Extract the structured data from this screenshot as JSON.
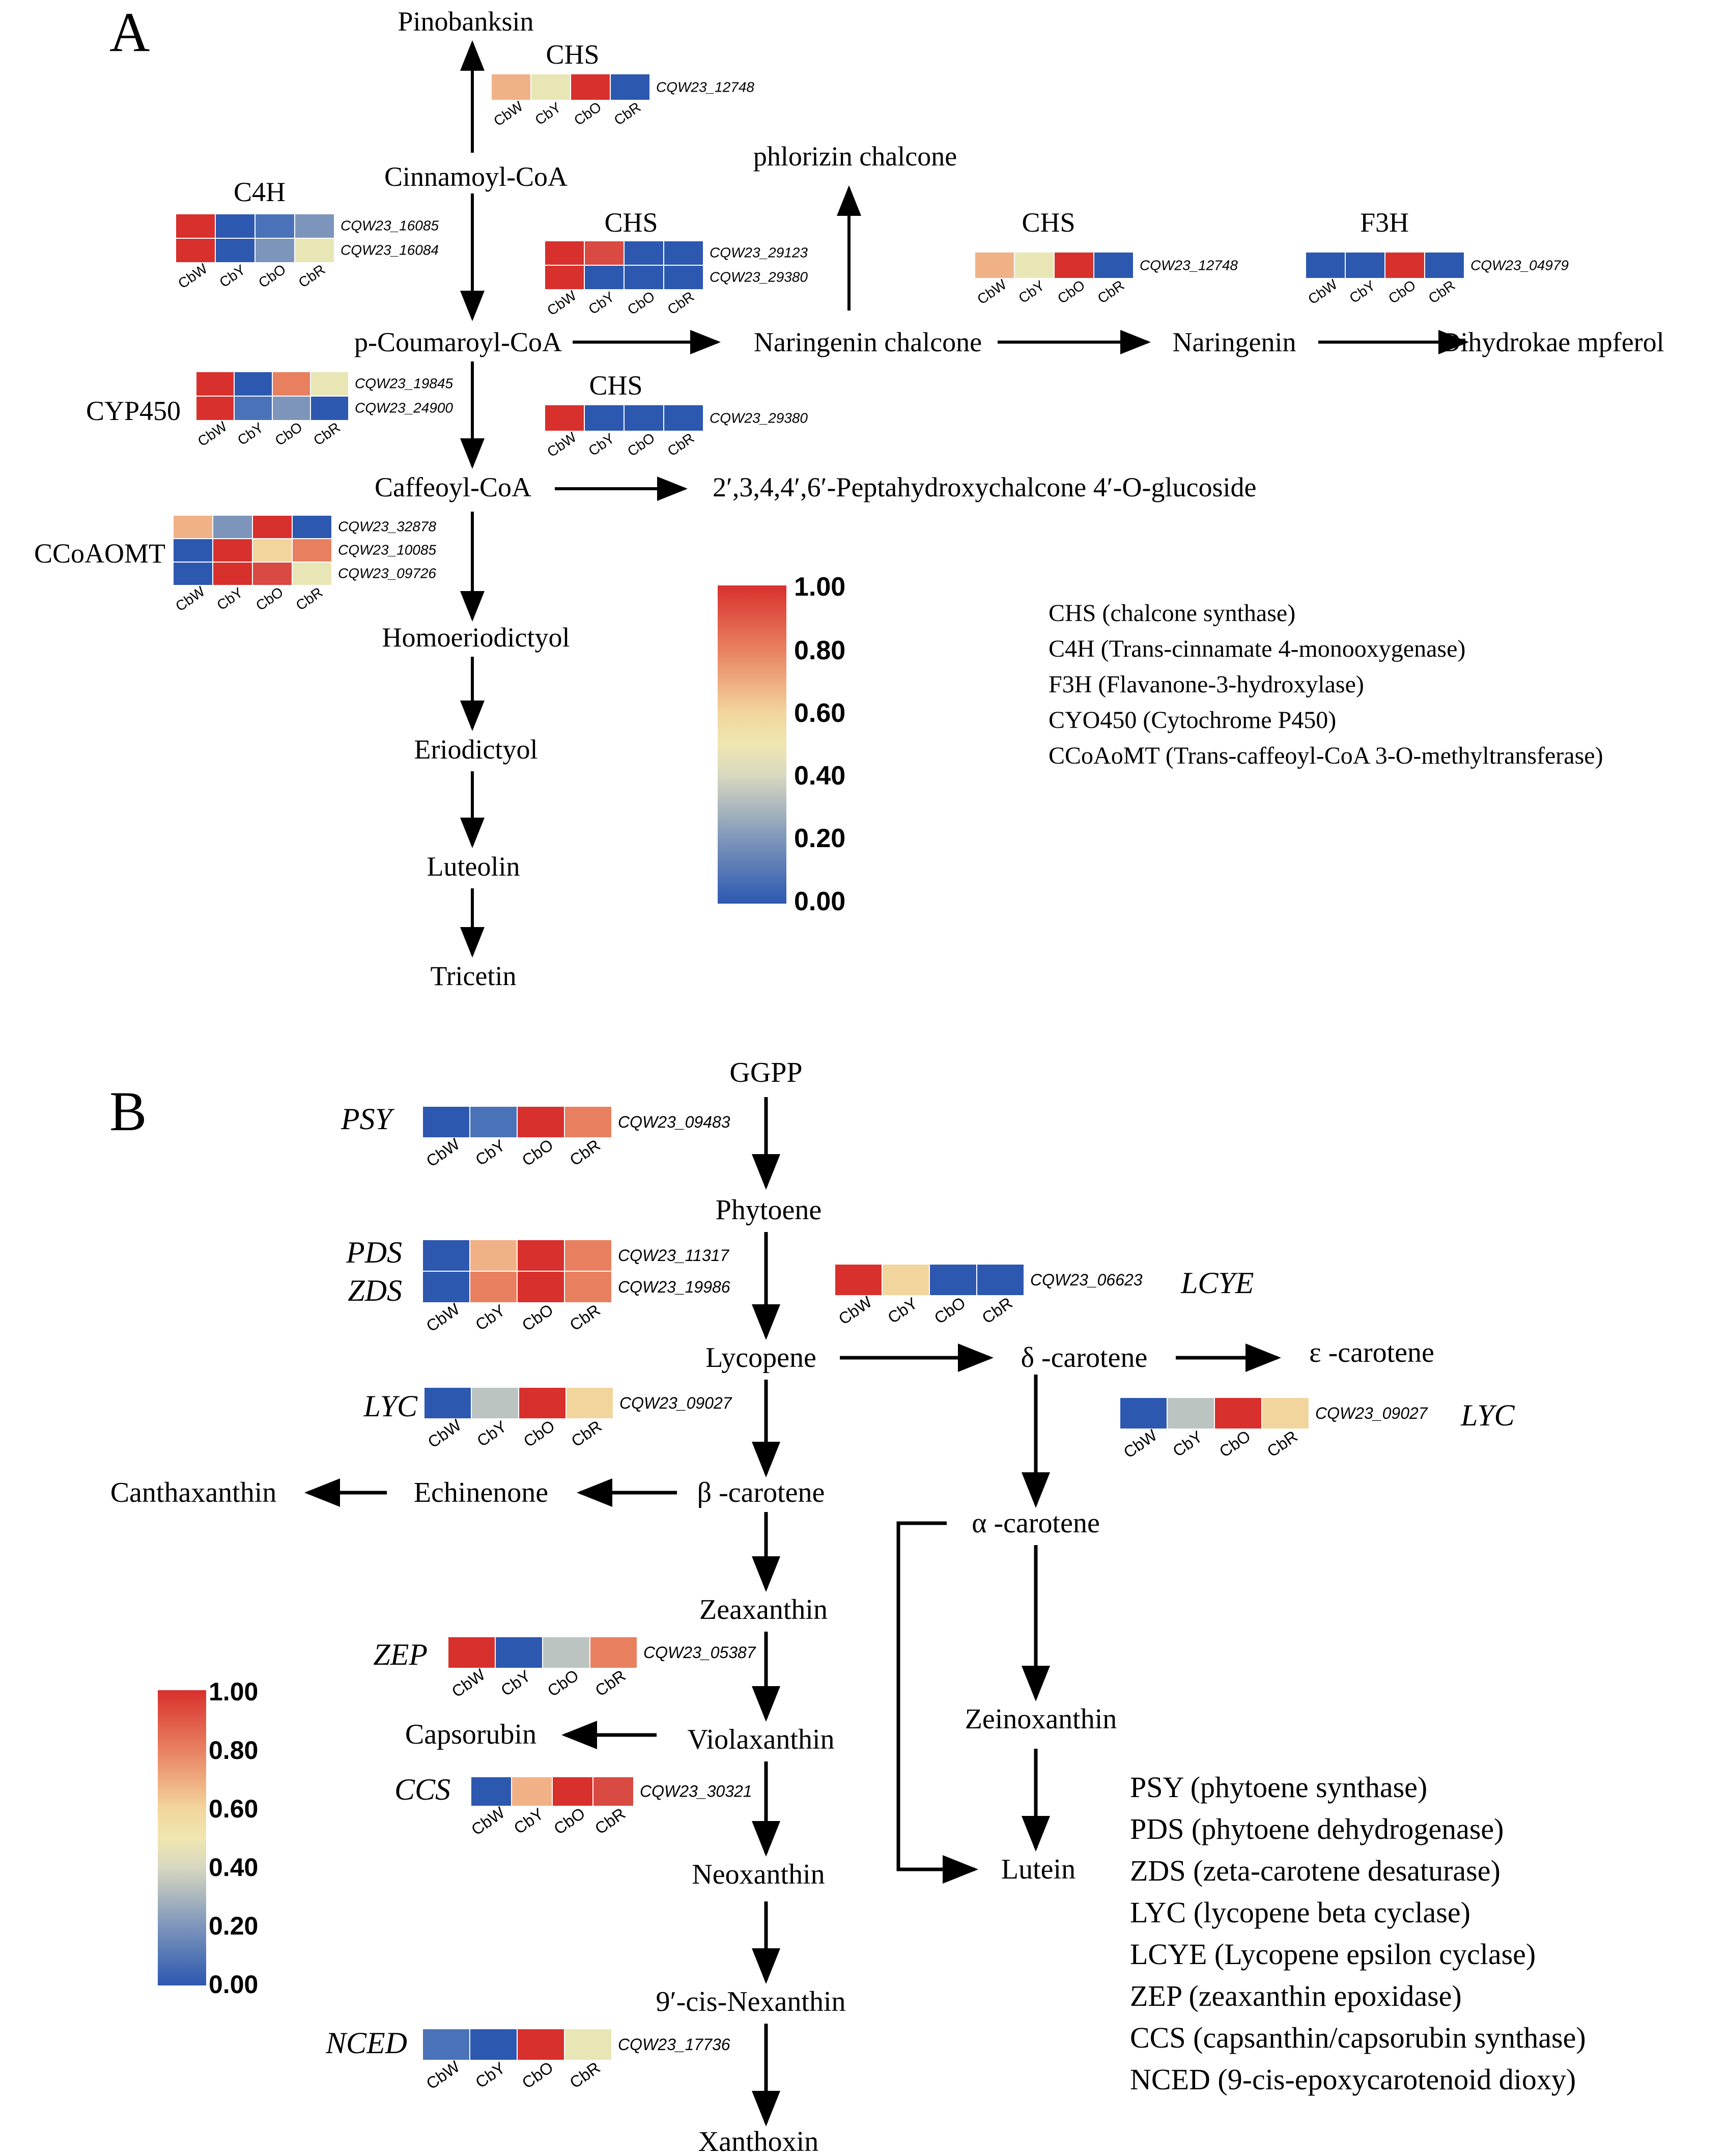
{
  "colors": {
    "scale": [
      "#2c58b0",
      "#4a72b8",
      "#7d95bb",
      "#bcc4c2",
      "#e9e6b6",
      "#f2d59d",
      "#f1b187",
      "#e88060",
      "#d84a42",
      "#d8302d"
    ],
    "arrow": "#000000",
    "cell_border": "#ffffff"
  },
  "panel_a": {
    "label": "A",
    "compounds": {
      "pinobanksin": "Pinobanksin",
      "cinnamoyl_coa": "Cinnamoyl-CoA",
      "p_coumaroyl_coa": "p-Coumaroyl-CoA",
      "caffeoyl_coa": "Caffeoyl-CoA",
      "homoeriodictyol": "Homoeriodictyol",
      "eriodictyol": "Eriodictyol",
      "luteolin": "Luteolin",
      "tricetin": "Tricetin",
      "phlorizin_chalcone": "phlorizin chalcone",
      "naringenin_chalcone": "Naringenin chalcone",
      "naringenin": "Naringenin",
      "dihydrokaempferol": "Dihydrokae mpferol",
      "peptahydroxychalcone": "2′,3,4,4′,6′-Peptahydroxychalcone 4′-O-glucoside"
    },
    "colorbar": {
      "ticks": [
        "1.00",
        "0.80",
        "0.60",
        "0.40",
        "0.20",
        "0.00"
      ]
    },
    "legend": [
      "CHS (chalcone synthase)",
      "C4H (Trans-cinnamate 4-monooxygenase)",
      "F3H (Flavanone-3-hydroxylase)",
      "CYO450 (Cytochrome P450)",
      "CCoAoMT (Trans-caffeoyl-CoA 3-O-methyltransferase)"
    ],
    "heatmaps": [
      {
        "id": "chs-top",
        "enzyme": "CHS",
        "genes": [
          "CQW23_12748"
        ],
        "values": [
          [
            0.7,
            0.45,
            0.95,
            0.02
          ]
        ]
      },
      {
        "id": "c4h",
        "enzyme": "C4H",
        "genes": [
          "CQW23_16085",
          "CQW23_16084"
        ],
        "values": [
          [
            0.95,
            0.05,
            0.15,
            0.2
          ],
          [
            0.95,
            0.05,
            0.25,
            0.45
          ]
        ]
      },
      {
        "id": "chs-mid",
        "enzyme": "CHS",
        "genes": [
          "CQW23_29123",
          "CQW23_29380"
        ],
        "values": [
          [
            0.95,
            0.85,
            0.02,
            0.02
          ],
          [
            0.95,
            0.02,
            0.02,
            0.02
          ]
        ]
      },
      {
        "id": "chs-right",
        "enzyme": "CHS",
        "genes": [
          "CQW23_12748"
        ],
        "values": [
          [
            0.7,
            0.45,
            0.95,
            0.02
          ]
        ]
      },
      {
        "id": "f3h",
        "enzyme": "F3H",
        "genes": [
          "CQW23_04979"
        ],
        "values": [
          [
            0.02,
            0.02,
            0.95,
            0.02
          ]
        ]
      },
      {
        "id": "cyp450",
        "enzyme": "CYP450",
        "genes": [
          "CQW23_19845",
          "CQW23_24900"
        ],
        "values": [
          [
            0.95,
            0.05,
            0.8,
            0.45
          ],
          [
            0.95,
            0.1,
            0.2,
            0.02
          ]
        ]
      },
      {
        "id": "chs-low",
        "enzyme": "CHS",
        "genes": [
          "CQW23_29380"
        ],
        "values": [
          [
            0.95,
            0.02,
            0.02,
            0.02
          ]
        ]
      },
      {
        "id": "ccoaomt",
        "enzyme": "CCoAOMT",
        "genes": [
          "CQW23_32878",
          "CQW23_10085",
          "CQW23_09726"
        ],
        "values": [
          [
            0.7,
            0.25,
            0.95,
            0.02
          ],
          [
            0.02,
            0.95,
            0.5,
            0.75
          ],
          [
            0.02,
            0.95,
            0.85,
            0.45
          ]
        ]
      }
    ],
    "samples": [
      "CbW",
      "CbY",
      "CbO",
      "CbR"
    ]
  },
  "panel_b": {
    "label": "B",
    "compounds": {
      "ggpp": "GGPP",
      "phytoene": "Phytoene",
      "lycopene": "Lycopene",
      "delta_carotene": "δ -carotene",
      "epsilon_carotene": "ε -carotene",
      "beta_carotene": "β -carotene",
      "echinenone": "Echinenone",
      "canthaxanthin": "Canthaxanthin",
      "alpha_carotene": "α -carotene",
      "zeaxanthin": "Zeaxanthin",
      "violaxanthin": "Violaxanthin",
      "capsorubin": "Capsorubin",
      "zeinoxanthin": "Zeinoxanthin",
      "lutein": "Lutein",
      "neoxanthin": "Neoxanthin",
      "nexanthin": "9′-cis-Nexanthin",
      "xanthoxin": "Xanthoxin"
    },
    "colorbar": {
      "ticks": [
        "1.00",
        "0.80",
        "0.60",
        "0.40",
        "0.20",
        "0.00"
      ]
    },
    "legend": [
      "PSY (phytoene synthase)",
      "PDS (phytoene dehydrogenase)",
      "ZDS (zeta-carotene desaturase)",
      "LYC (lycopene beta cyclase)",
      "LCYE (Lycopene epsilon cyclase)",
      "ZEP (zeaxanthin epoxidase)",
      "CCS (capsanthin/capsorubin synthase)",
      "NCED (9-cis-epoxycarotenoid dioxy)"
    ],
    "heatmaps": [
      {
        "id": "psy",
        "enzyme": "PSY",
        "genes": [
          "CQW23_09483"
        ],
        "values": [
          [
            0.02,
            0.15,
            0.95,
            0.8
          ]
        ]
      },
      {
        "id": "pds-zds",
        "enzyme": [
          "PDS",
          "ZDS"
        ],
        "genes": [
          "CQW23_11317",
          "CQW23_19986"
        ],
        "values": [
          [
            0.02,
            0.7,
            0.95,
            0.75
          ],
          [
            0.02,
            0.82,
            0.95,
            0.8
          ]
        ]
      },
      {
        "id": "lcye",
        "enzyme": "LCYE",
        "genes": [
          "CQW23_06623"
        ],
        "values": [
          [
            0.95,
            0.6,
            0.02,
            0.05
          ]
        ]
      },
      {
        "id": "lyc-left",
        "enzyme": "LYC",
        "genes": [
          "CQW23_09027"
        ],
        "values": [
          [
            0.02,
            0.35,
            0.95,
            0.55
          ]
        ]
      },
      {
        "id": "lyc-right",
        "enzyme": "LYC",
        "genes": [
          "CQW23_09027"
        ],
        "values": [
          [
            0.02,
            0.35,
            0.95,
            0.55
          ]
        ]
      },
      {
        "id": "zep",
        "enzyme": "ZEP",
        "genes": [
          "CQW23_05387"
        ],
        "values": [
          [
            0.95,
            0.02,
            0.3,
            0.75
          ]
        ]
      },
      {
        "id": "ccs",
        "enzyme": "CCS",
        "genes": [
          "CQW23_30321"
        ],
        "values": [
          [
            0.02,
            0.7,
            0.95,
            0.92
          ]
        ]
      },
      {
        "id": "nced",
        "enzyme": "NCED",
        "genes": [
          "CQW23_17736"
        ],
        "values": [
          [
            0.15,
            0.02,
            0.95,
            0.4
          ]
        ]
      }
    ],
    "samples": [
      "CbW",
      "CbY",
      "CbO",
      "CbR"
    ]
  }
}
